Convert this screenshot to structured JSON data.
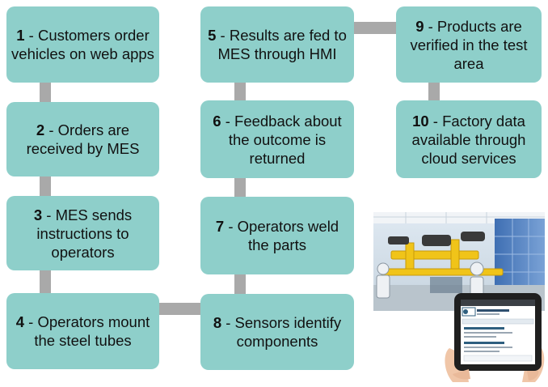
{
  "steps": [
    {
      "num": "1",
      "text": " - Customers order vehicles on web apps"
    },
    {
      "num": "2",
      "text": " - Orders are received by MES"
    },
    {
      "num": "3",
      "text": " - MES sends instructions to operators"
    },
    {
      "num": "4",
      "text": " - Operators mount the steel tubes"
    },
    {
      "num": "5",
      "text": " - Results are fed to MES through HMI"
    },
    {
      "num": "6",
      "text": " - Feedback about the outcome is returned"
    },
    {
      "num": "7",
      "text": " - Operators weld the parts"
    },
    {
      "num": "8",
      "text": " - Sensors identify components"
    },
    {
      "num": "9",
      "text": " - Products are verified in the test area"
    },
    {
      "num": "10",
      "text": " - Factory data available through cloud services"
    }
  ],
  "colors": {
    "box": "#8ecfca",
    "connector": "#a9a9a9",
    "text": "#111111"
  },
  "image": {
    "subject": "factory-assembly-line-with-tablet-app"
  }
}
